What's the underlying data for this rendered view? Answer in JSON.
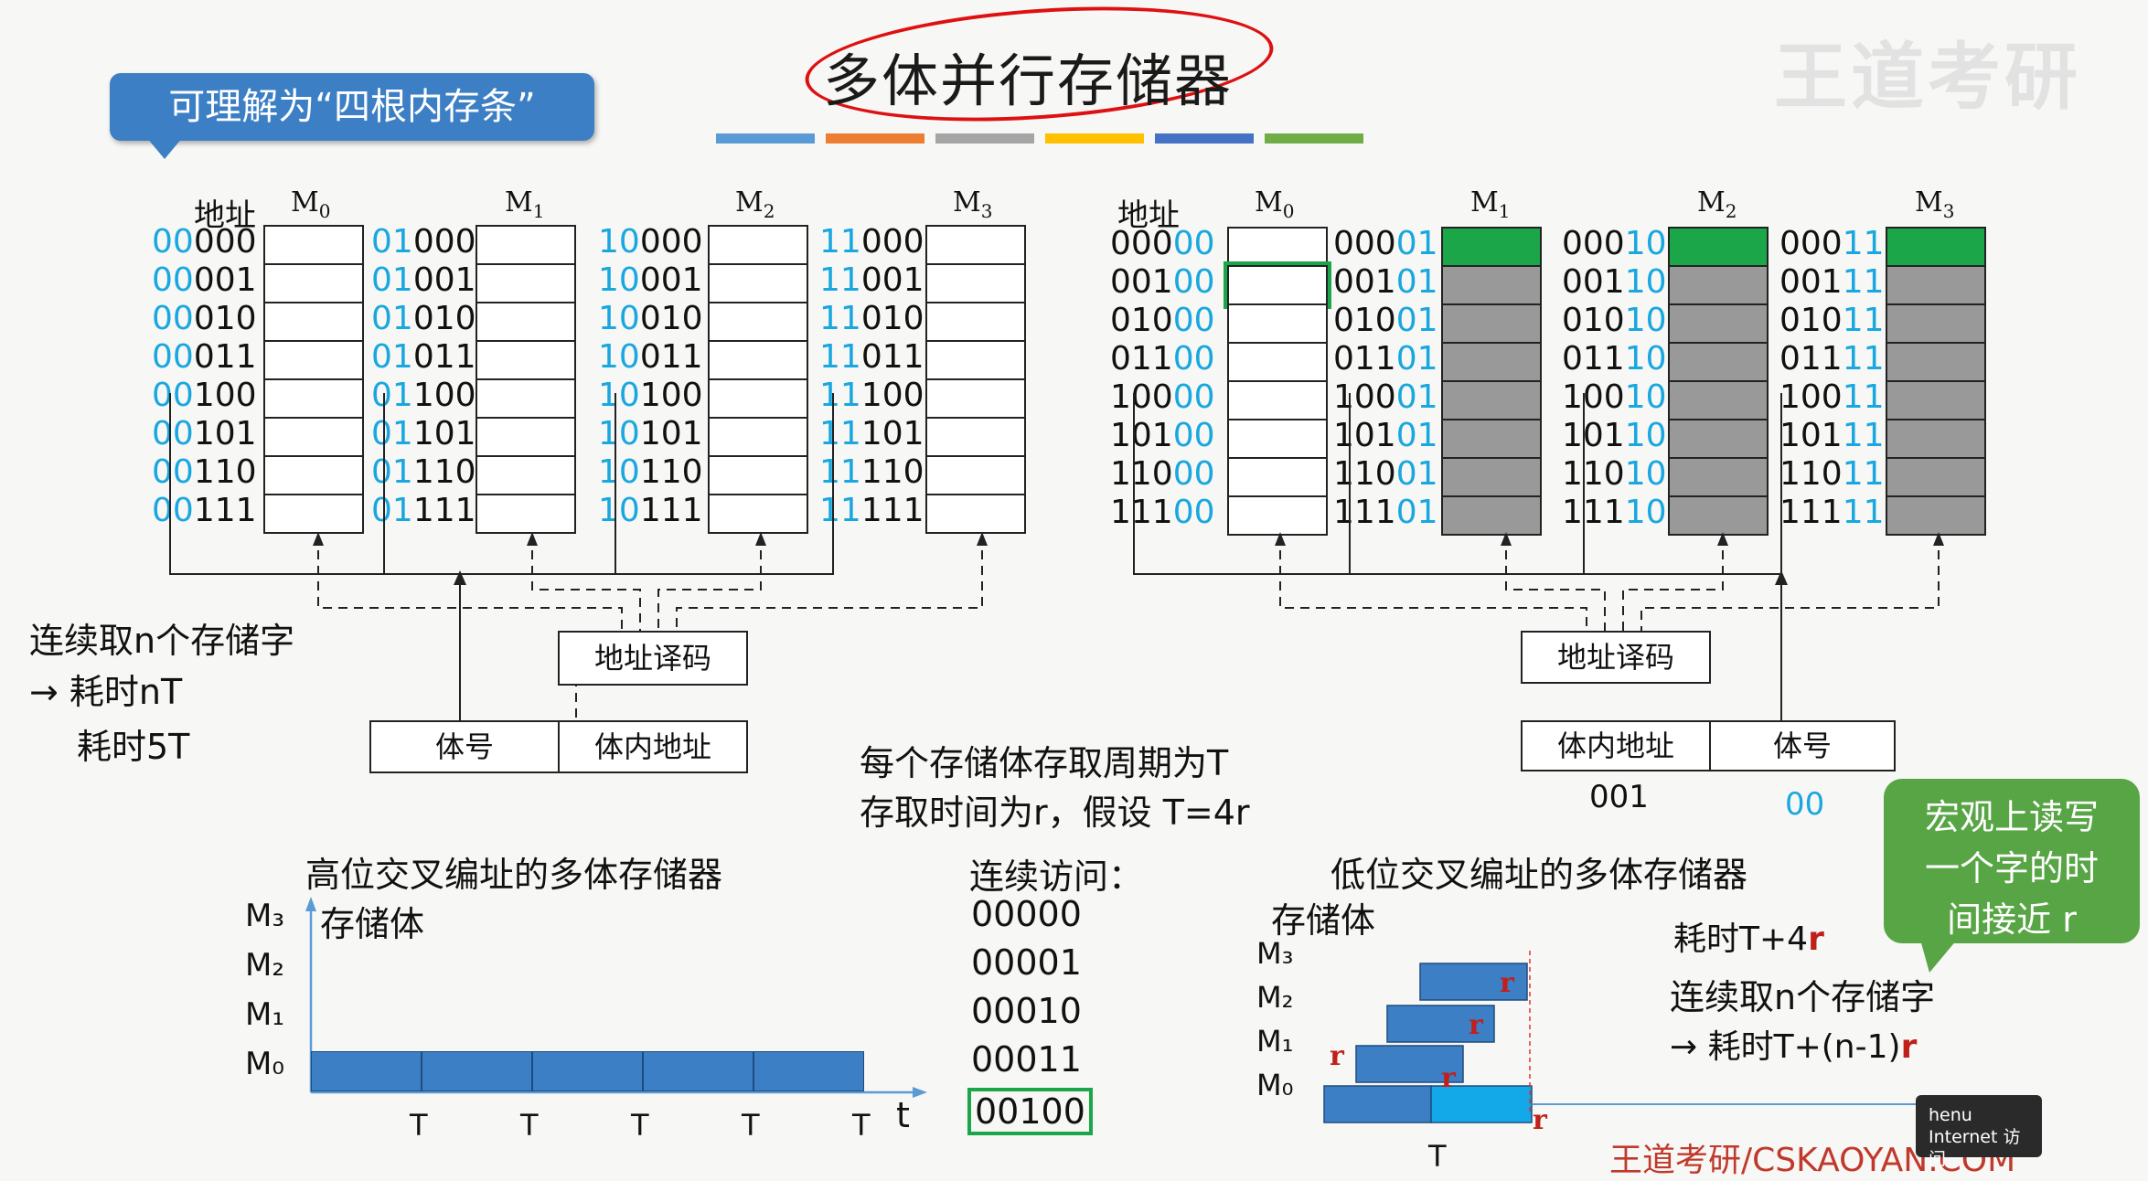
{
  "title": "多体并行存储器",
  "bubble_text": "可理解为“四根内存条”",
  "watermark": "王道考研",
  "footer": "王道考研/CSKAOYAN.COM",
  "tooltip": {
    "line1": "henu",
    "line2": "Internet 访问"
  },
  "colors": {
    "bar1": "#5b9bd5",
    "bar2": "#ed7d31",
    "bar3": "#a5a5a5",
    "bar4": "#ffc000",
    "bar5": "#4472c4",
    "bar6": "#70ad47"
  },
  "left": {
    "addr_label": "地址",
    "modules": [
      {
        "name": "M",
        "sub": "0",
        "prefix": "00"
      },
      {
        "name": "M",
        "sub": "1",
        "prefix": "01"
      },
      {
        "name": "M",
        "sub": "2",
        "prefix": "10"
      },
      {
        "name": "M",
        "sub": "3",
        "prefix": "11"
      }
    ],
    "suffixes": [
      "000",
      "001",
      "010",
      "011",
      "100",
      "101",
      "110",
      "111"
    ],
    "decoder": "地址译码",
    "field1": "体号",
    "field2": "体内地址",
    "note1": "连续取n个存储字",
    "note2": "→ 耗时nT",
    "note3": "耗时5T"
  },
  "right": {
    "addr_label": "地址",
    "modules": [
      {
        "name": "M",
        "sub": "0",
        "suffix": "00"
      },
      {
        "name": "M",
        "sub": "1",
        "suffix": "01"
      },
      {
        "name": "M",
        "sub": "2",
        "suffix": "10"
      },
      {
        "name": "M",
        "sub": "3",
        "suffix": "11"
      }
    ],
    "prefixes": [
      "000",
      "001",
      "010",
      "011",
      "100",
      "101",
      "110",
      "111"
    ],
    "decoder": "地址译码",
    "field1": "体内地址",
    "field2": "体号",
    "field1_value": "001",
    "field2_value": "00"
  },
  "middle": {
    "line1": "每个存储体存取周期为T",
    "line2": "存取时间为r，假设 T=4r",
    "seq_label": "连续访问：",
    "seq": [
      "00000",
      "00001",
      "00010",
      "00011",
      "00100"
    ]
  },
  "high_chart": {
    "title": "高位交叉编址的多体存储器",
    "ylabel": "存储体",
    "rows": [
      "M₃",
      "M₂",
      "M₁",
      "M₀"
    ],
    "ticks": [
      "T",
      "T",
      "T",
      "T",
      "T"
    ],
    "xlabel": "t"
  },
  "low_chart": {
    "title": "低位交叉编址的多体存储器",
    "ylabel": "存储体",
    "rows": [
      "M₃",
      "M₂",
      "M₁",
      "M₀"
    ],
    "r_label": "r",
    "tick": "T",
    "time1": "耗时T+4",
    "r": "r",
    "note1": "连续取n个存储字",
    "note2": "→ 耗时T+(n-1)"
  },
  "green_bubble": [
    "宏观上读写",
    "一个字的时",
    "间接近 r"
  ]
}
